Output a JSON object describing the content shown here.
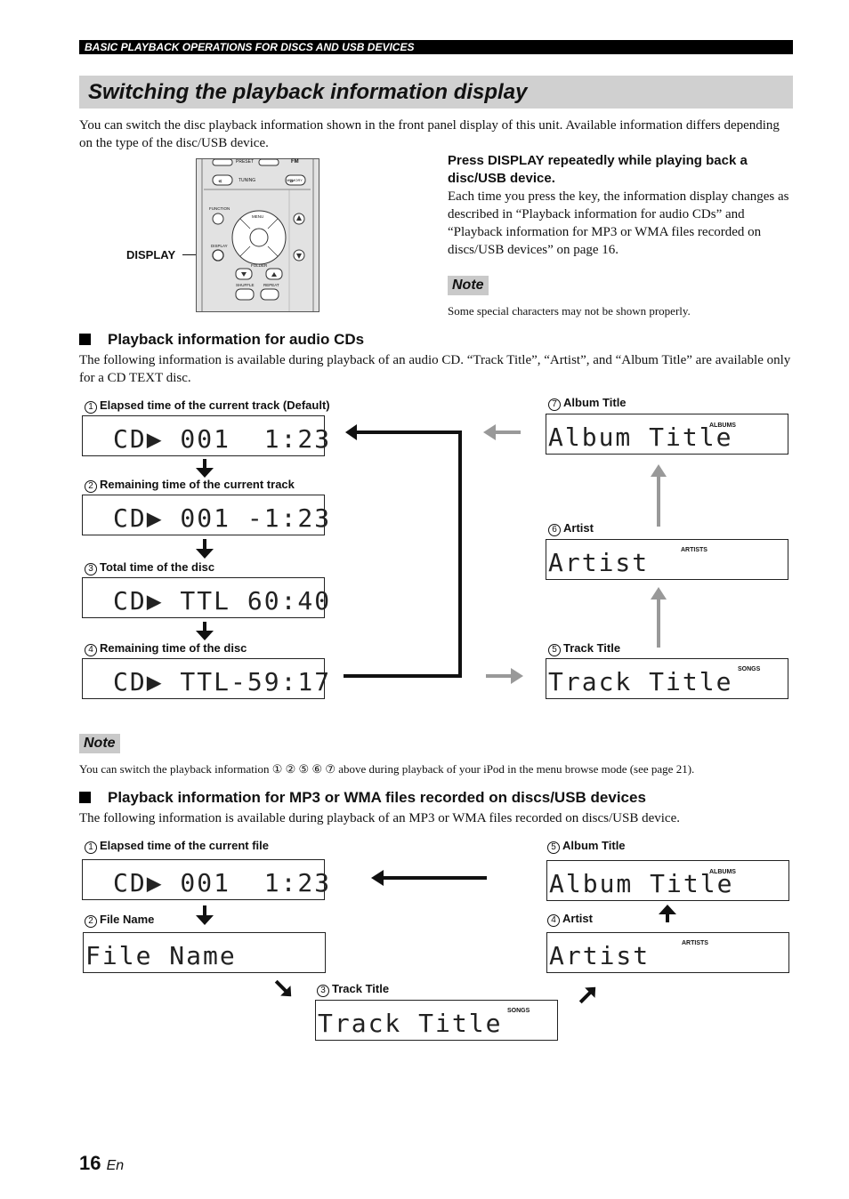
{
  "header": {
    "section": "BASIC PLAYBACK OPERATIONS FOR DISCS AND USB DEVICES",
    "title": "Switching the playback information display"
  },
  "intro": "You can switch the disc playback information shown in the front panel display of this unit. Available information differs depending on the type of the disc/USB device.",
  "remote": {
    "display_label": "DISPLAY",
    "keys": {
      "preset": "PRESET",
      "fm": "FM",
      "tuning": "TUNING",
      "memory": "MEMORY",
      "function": "FUNCTION",
      "menu": "MENU",
      "display": "DISPLAY",
      "folder": "FOLDER",
      "shuffle": "SHUFFLE",
      "repeat": "REPEAT"
    }
  },
  "instruction": {
    "heading": "Press DISPLAY repeatedly while playing back a disc/USB device.",
    "text": "Each time you press the key, the information display changes as described in “Playback information for audio CDs” and “Playback information for MP3 or WMA files recorded on discs/USB devices” on page 16."
  },
  "note1": {
    "tag": "Note",
    "text": "Some special characters may not be shown properly."
  },
  "cd_section": {
    "heading": "Playback information for audio CDs",
    "text": "The following information is available during playback of an audio CD. “Track Title”, “Artist”, and “Album Title” are available only for a CD TEXT disc.",
    "items": [
      {
        "num": "1",
        "label": "Elapsed time of the current track (Default)",
        "display": "CD▶ 001  1:23"
      },
      {
        "num": "2",
        "label": "Remaining time of the current track",
        "display": "CD▶ 001 -1:23"
      },
      {
        "num": "3",
        "label": "Total time of the disc",
        "display": "CD▶ TTL 60:40"
      },
      {
        "num": "4",
        "label": "Remaining time of the disc",
        "display": "CD▶ TTL-59:17"
      },
      {
        "num": "5",
        "label": "Track Title",
        "display": "Track Title",
        "indicator": "SONGS"
      },
      {
        "num": "6",
        "label": "Artist",
        "display": "Artist",
        "indicator": "ARTISTS"
      },
      {
        "num": "7",
        "label": "Album Title",
        "display": "Album Title",
        "indicator": "ALBUMS"
      }
    ]
  },
  "note2": {
    "tag": "Note",
    "text": "You can switch the playback information ① ② ⑤ ⑥ ⑦ above during playback of your iPod in the menu browse mode (see page 21)."
  },
  "mp3_section": {
    "heading": "Playback information for MP3 or WMA files recorded on discs/USB devices",
    "text": "The following information is available during playback of an MP3 or WMA files recorded on discs/USB device.",
    "items": [
      {
        "num": "1",
        "label": "Elapsed time of the current file",
        "display": "CD▶ 001  1:23"
      },
      {
        "num": "2",
        "label": "File Name",
        "display": "File Name"
      },
      {
        "num": "3",
        "label": "Track Title",
        "display": "Track Title",
        "indicator": "SONGS"
      },
      {
        "num": "4",
        "label": "Artist",
        "display": "Artist",
        "indicator": "ARTISTS"
      },
      {
        "num": "5",
        "label": "Album Title",
        "display": "Album Title",
        "indicator": "ALBUMS"
      }
    ]
  },
  "footer": {
    "page": "16",
    "lang": "En"
  }
}
